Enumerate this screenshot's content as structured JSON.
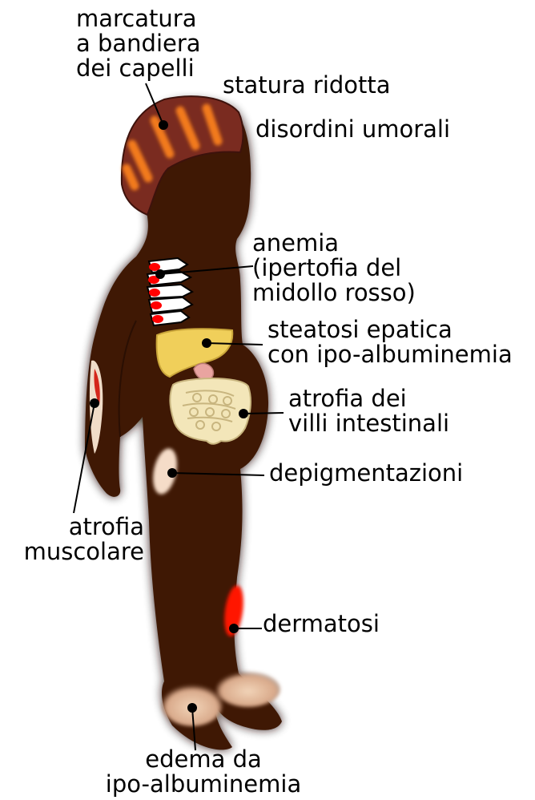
{
  "labels": {
    "hair": [
      "marcatura",
      "a bandiera",
      "dei capelli"
    ],
    "stature": [
      "statura ridotta"
    ],
    "humoral": [
      "disordini umorali"
    ],
    "anemia": [
      "anemia",
      "(ipertofia del",
      "midollo rosso)"
    ],
    "liver": [
      "steatosi epatica",
      "con ipo-albuminemia"
    ],
    "intestine": [
      "atrofia dei",
      "villi intestinali"
    ],
    "depigment": [
      "depigmentazioni"
    ],
    "muscle": [
      "atrofia",
      "muscolare"
    ],
    "dermatosis": [
      "dermatosi"
    ],
    "edema": [
      "edema da",
      "ipo-albuminemia"
    ]
  },
  "colors": {
    "skin": "#3f1804",
    "skin_shadow": "#1e0a02",
    "hair": "#7a2b20",
    "hair_stripes": "#f27a1a",
    "marrow": "#ff0000",
    "liver": "#f0cf5a",
    "intestine": "#f3e6b9",
    "depigment": "#f5dcc8",
    "dermatosis": "#ff1400",
    "edema": "#e7c2a3",
    "leader": "#000000"
  }
}
